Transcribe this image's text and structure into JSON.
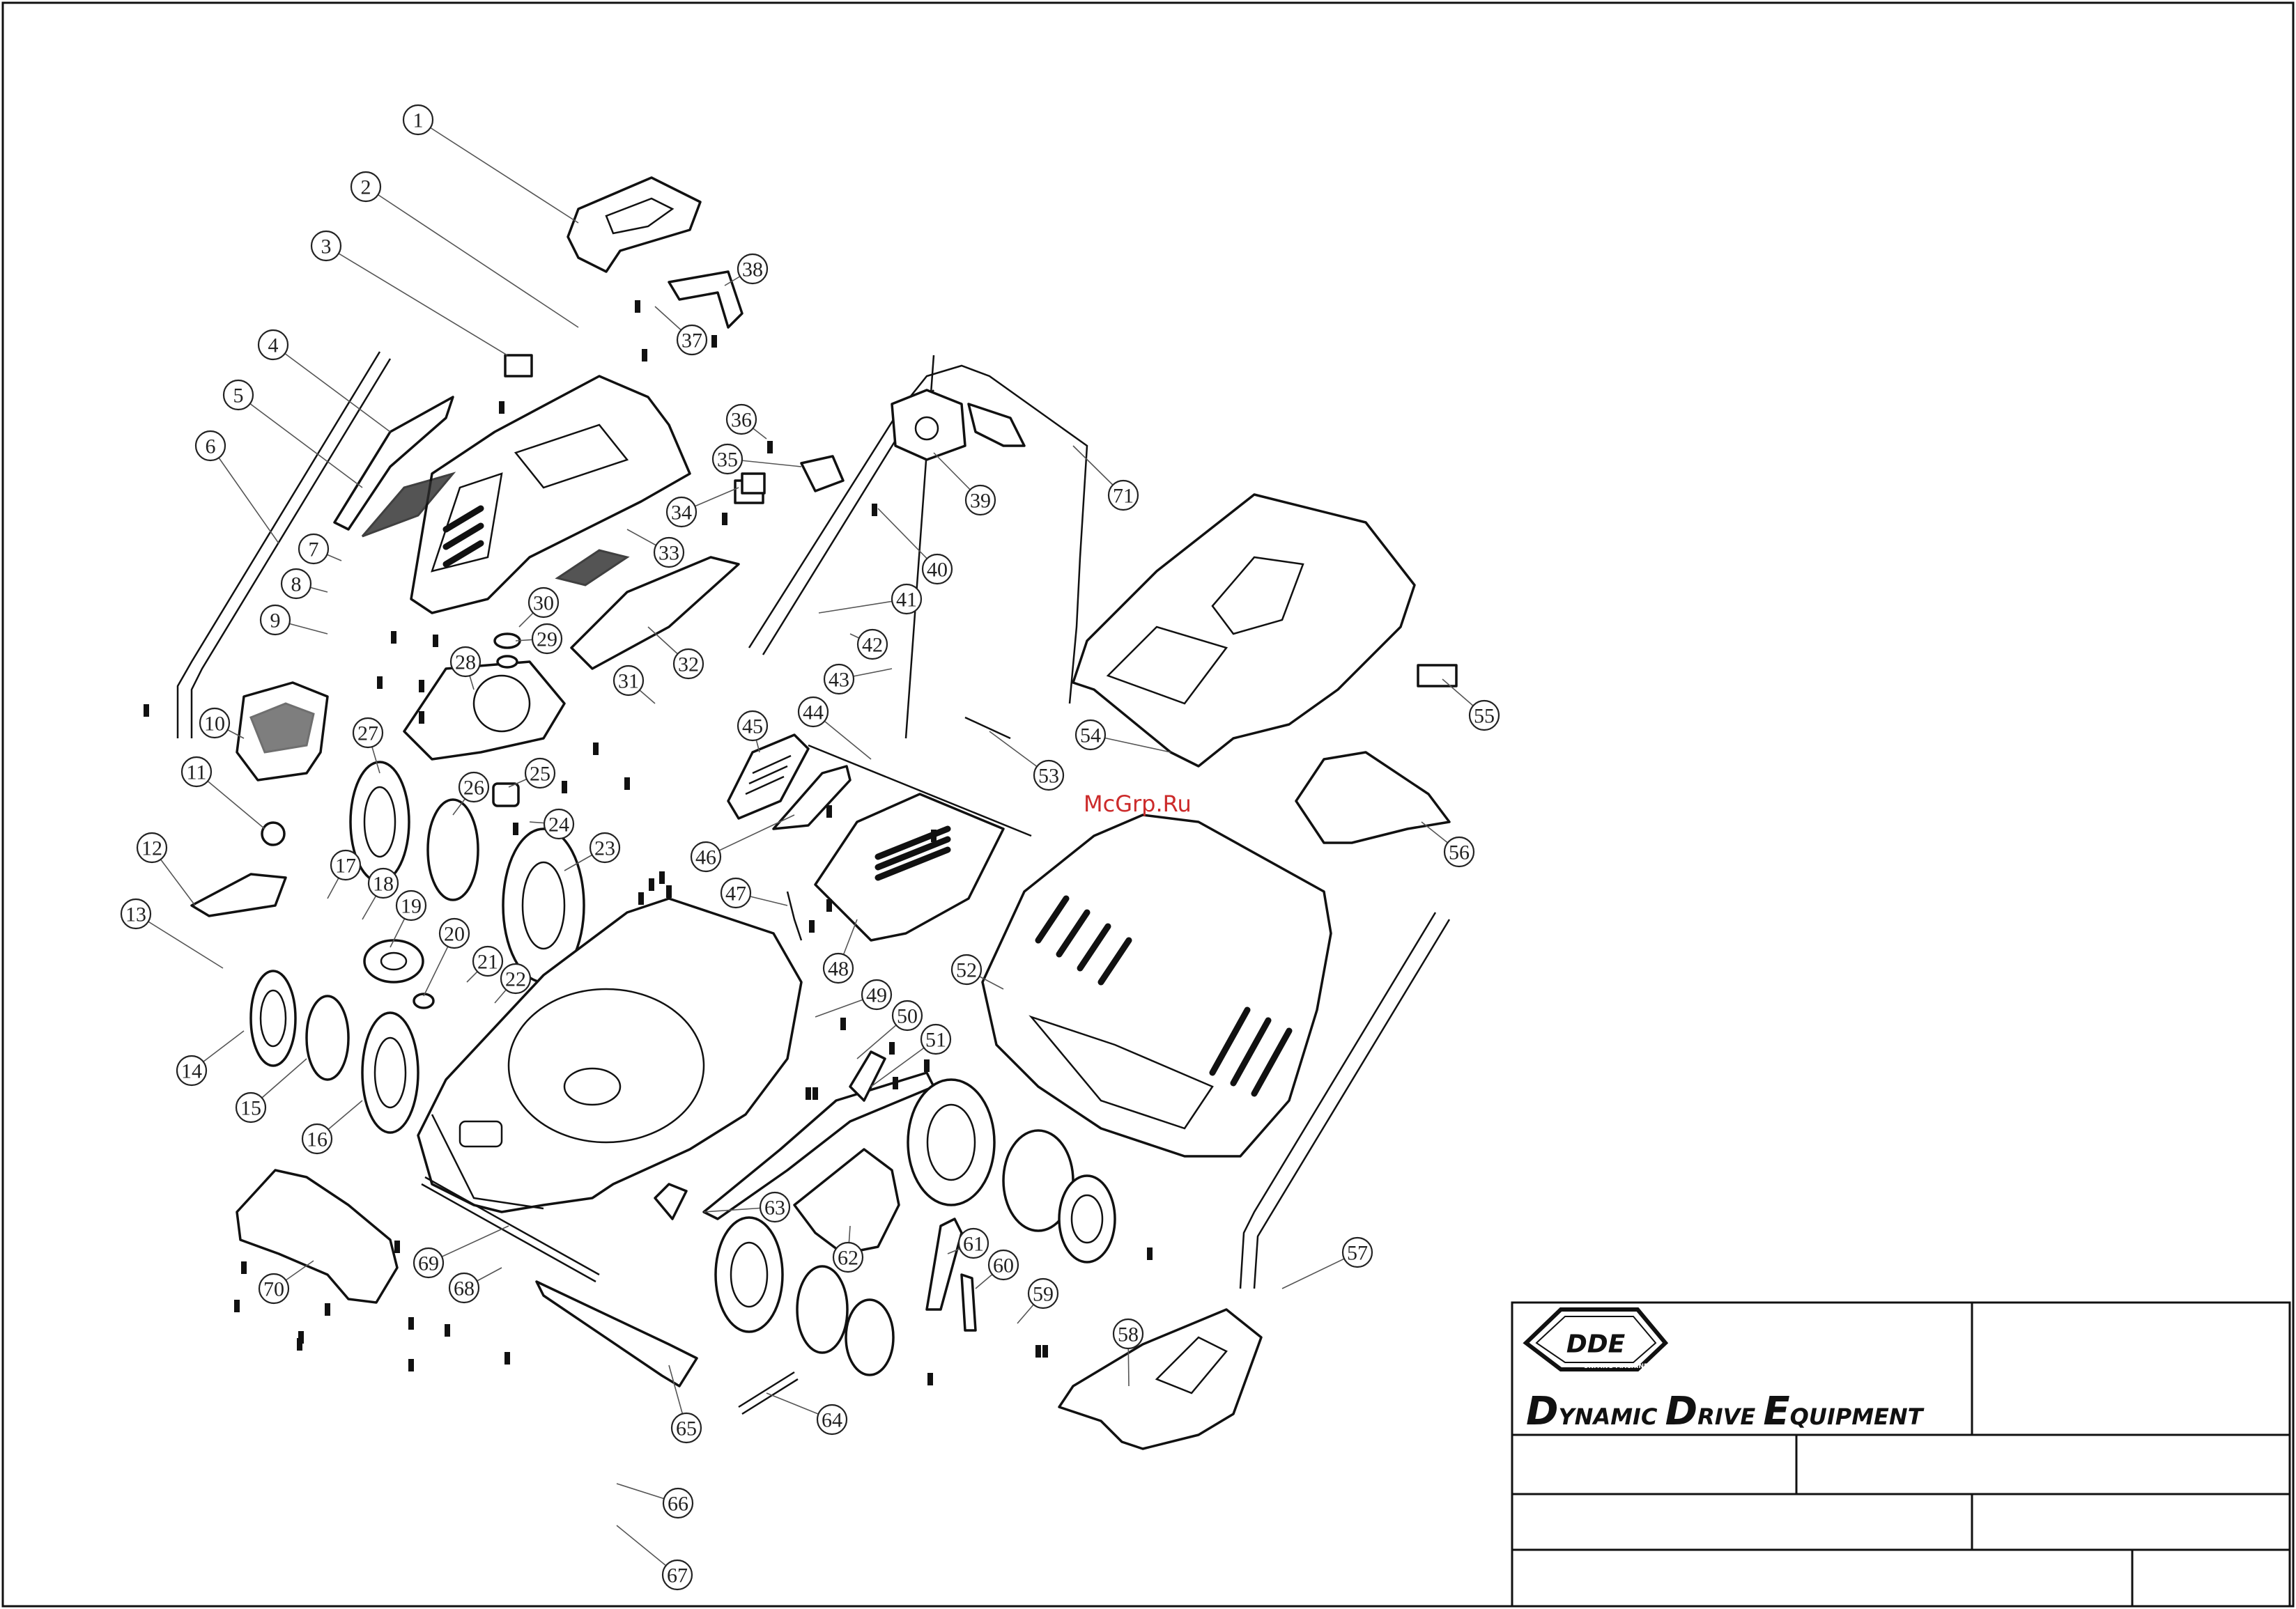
{
  "watermark": "McGrp.Ru",
  "title_block": {
    "logo": "DDE",
    "logo_ring": "UNITING MACHINES",
    "company": {
      "d1": "D",
      "w1": "YNAMIC",
      "d2": "D",
      "w2": "RIVE",
      "e3": "E",
      "w3": "QUIPMENT"
    }
  },
  "callouts": [
    "1",
    "2",
    "3",
    "4",
    "5",
    "6",
    "7",
    "8",
    "9",
    "10",
    "11",
    "12",
    "13",
    "14",
    "15",
    "16",
    "17",
    "18",
    "19",
    "20",
    "21",
    "22",
    "23",
    "24",
    "25",
    "26",
    "27",
    "28",
    "29",
    "30",
    "31",
    "32",
    "33",
    "34",
    "35",
    "36",
    "37",
    "38",
    "39",
    "40",
    "41",
    "42",
    "43",
    "44",
    "45",
    "46",
    "47",
    "48",
    "49",
    "50",
    "51",
    "52",
    "53",
    "54",
    "55",
    "56",
    "57",
    "58",
    "59",
    "60",
    "61",
    "62",
    "63",
    "64",
    "65",
    "66",
    "67",
    "68",
    "69",
    "70",
    "71"
  ]
}
